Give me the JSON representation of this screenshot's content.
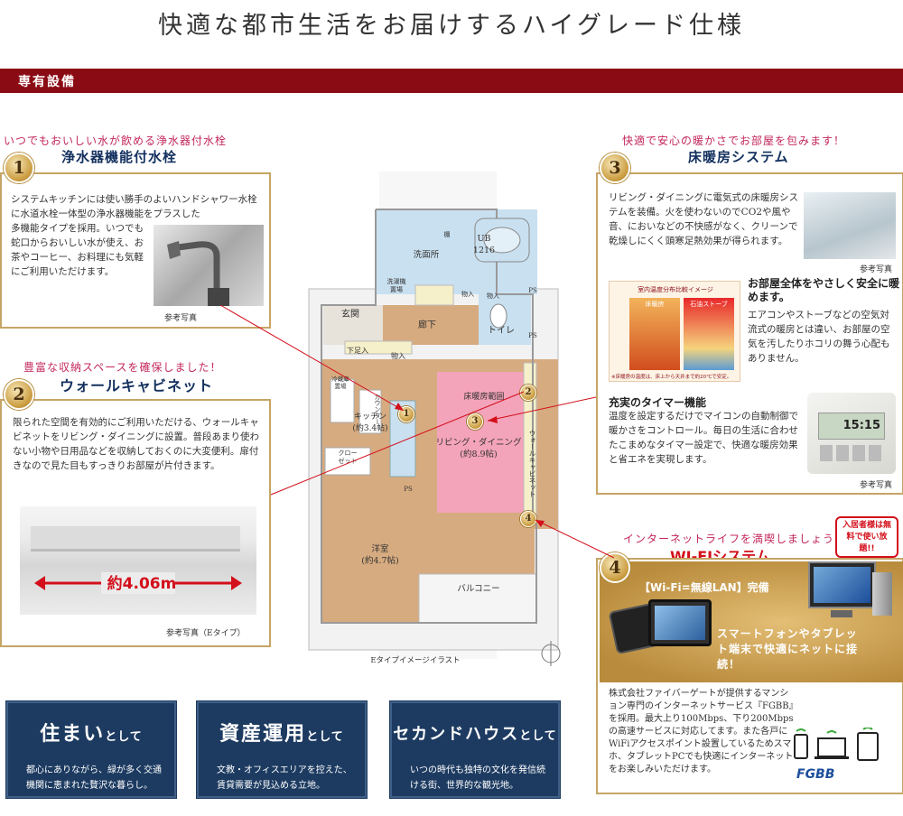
{
  "title": "快適な都市生活をお届けするハイグレード仕様",
  "section": "専有設備",
  "features": {
    "f1": {
      "number": "1",
      "tagline": "いつでもおいしい水が飲める浄水器付水栓",
      "title": "浄水器機能付水栓",
      "text_a": "システムキッチンには使い勝手のよいハンドシャワー水栓に水道水栓一体型の浄水器機能をプラスした多機能タイプを採用。いつでも蛇口からおいしい水が使え、お茶やコーヒー、お料理にも気軽にご利用いただけます。",
      "caption": "参考写真"
    },
    "f2": {
      "number": "2",
      "tagline": "豊富な収納スペースを確保しました！",
      "title": "ウォールキャビネット",
      "text": "限られた空間を有効的にご利用いただける、ウォールキャビネットをリビング・ダイニングに設置。普段あまり使わない小物や日用品などを収納しておくのに大変便利。扉付きなので見た目もすっきりお部屋が片付きます。",
      "dimension": "約4.06m",
      "caption": "参考写真（Eタイプ）"
    },
    "f3": {
      "number": "3",
      "tagline": "快適で安心の暖かさでお部屋を包みます！",
      "title": "床暖房システム",
      "text": "リビング・ダイニングに電気式の床暖房システムを装備。火を使わないのでCO2や風や音、においなどの不快感がなく、クリーンで乾燥しにくく頭寒足熱効果が得られます。",
      "caption1": "参考写真",
      "sub1_title": "お部屋全体をやさしく安全に暖めます。",
      "sub1_text": "エアコンやストーブなどの空気対流式の暖房とは違い、お部屋の空気を汚したりホコリの舞う心配もありません。",
      "chart_title": "室内温度分布比較イメージ",
      "chart_left": "床暖房",
      "chart_right": "石油ストーブ",
      "chart_note": "※床暖房の温度は、床上から天井まで約20℃で安定。",
      "sub2_title": "充実のタイマー機能",
      "sub2_text": "温度を設定するだけでマイコンの自動制御で暖かさをコントロール。毎日の生活に合わせたこまめなタイマー設定で、快適な暖房効果と省エネを実現します。",
      "timer_display": "15:15",
      "caption2": "参考写真"
    },
    "f4": {
      "number": "4",
      "tagline": "インターネットライフを満喫しましょう！",
      "title": "WI-FIシステム",
      "badge": "【Wi-Fi=無線LAN】完備",
      "bubble": "入居者様は無料で使い放題!!",
      "banner_text": "スマートフォンやタブレット端末で快適にネットに接続！",
      "text": "株式会社ファイバーゲートが提供するマンション専門のインターネットサービス『FGBB』を採用。最大上り100Mbps、下り200Mbpsの高速サービスに対応してます。また各戸にWiFiアクセスポイント設置しているためスマホ、タブレットPCでも快適にインターネットをお楽しみいただけます。",
      "logo": "FGBB"
    }
  },
  "floorplan": {
    "rooms": {
      "washroom": "洗面所",
      "ub": "UB\n1216",
      "laundry": "洗濯機\n置場",
      "entrance": "玄関",
      "hallway": "廊下",
      "toilet": "トイレ",
      "shoebox": "下足入",
      "storage1": "物入",
      "storage2": "物入",
      "storage3": "物入",
      "fridge": "冷蔵庫\n置場",
      "counter": "カウンター",
      "kitchen": "キッチン\n(約3.4帖)",
      "closet": "クロー\nゼット",
      "heating": "床暖房範囲",
      "living": "リビング・ダイニング\n(約8.9帖)",
      "cabinet": "ウォールキャビネット",
      "western": "洋室\n(約4.7帖)",
      "balcony": "バルコニー",
      "ps1": "PS",
      "ps2": "PS",
      "ps3": "PS",
      "pipe": "棚"
    },
    "caption": "Eタイプイメージイラスト"
  },
  "bottom": [
    {
      "title": "住まい",
      "suffix": "として",
      "text": "都心にありながら、緑が多く交通機関に恵まれた贅沢な暮らし。"
    },
    {
      "title": "資産運用",
      "suffix": "として",
      "text": "文教・オフィスエリアを控えた、賃貸需要が見込める立地。"
    },
    {
      "title": "セカンドハウス",
      "suffix": "として",
      "text": "いつの時代も独特の文化を発信続ける街、世界的な観光地。"
    }
  ],
  "colors": {
    "section_bar": "#8b0b14",
    "tagline": "#c3275b",
    "title": "#13305e",
    "panel_border": "#c5a565",
    "card": "#1d3b61",
    "heating_zone": "#f3a3ba",
    "room_wood": "#d7ab80",
    "wet_area": "#c9e0f0"
  }
}
